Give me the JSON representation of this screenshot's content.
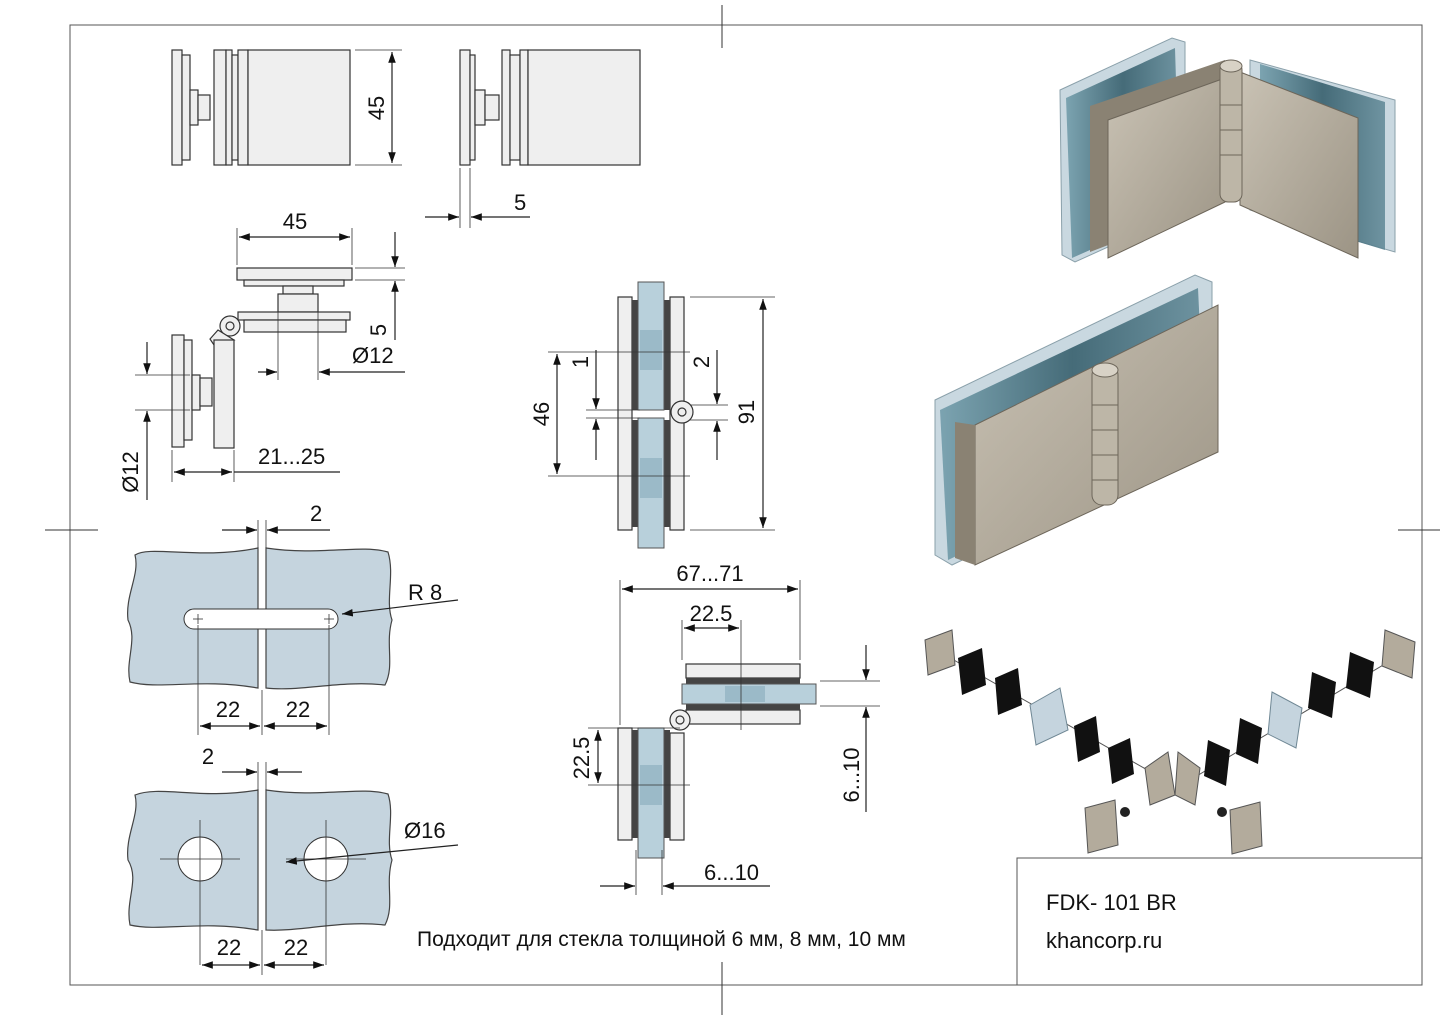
{
  "title_block": {
    "model": "FDK- 101 BR",
    "site": "khancorp.ru"
  },
  "note": "Подходит для стекла толщиной 6 мм, 8 мм, 10 мм",
  "dimensions": {
    "front_height": "45",
    "front_offset": "5",
    "top_width": "45",
    "top_plate": "5",
    "top_dia": "Ø12",
    "side_dia": "Ø12",
    "side_range": "21...25",
    "sec_gap_1": "1",
    "sec_gap_2": "2",
    "sec_height_46": "46",
    "sec_height_91": "91",
    "angle_width": "67...71",
    "angle_225_top": "22.5",
    "angle_225_side": "22.5",
    "angle_glass_v": "6...10",
    "angle_glass_h": "6...10",
    "slot_gap": "2",
    "slot_radius": "R 8",
    "slot_left": "22",
    "slot_right": "22",
    "hole_gap": "2",
    "hole_dia": "Ø16",
    "hole_left": "22",
    "hole_right": "22"
  },
  "colors": {
    "metal": "#b3ab9c",
    "glass_edge": "#2e5866",
    "glass_panel": "#c5d4de"
  }
}
